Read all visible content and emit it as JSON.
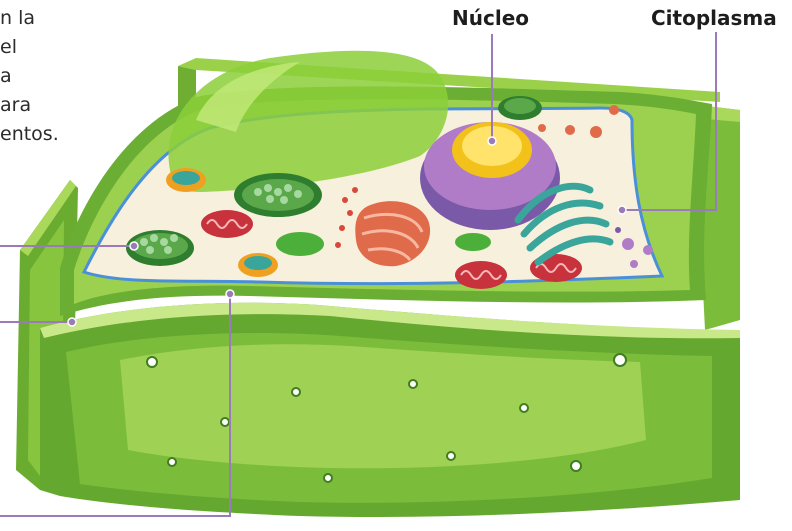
{
  "caption": {
    "text": "n la\nel\na\nara\nentos."
  },
  "labels": {
    "nucleus": "Núcleo",
    "cytoplasm": "Citoplasma"
  },
  "colors": {
    "leader_line": "#9a7ab8",
    "wall_dark": "#5a9e2c",
    "wall_light": "#8cc63f",
    "membrane": "#4a90d9",
    "cytoplasm_fill": "#f7f0dc",
    "chloroplast": "#4f9a3a",
    "nucleus_outer": "#8e6bb8",
    "nucleolus": "#f2c11a",
    "mitochondria": "#c8323c",
    "golgi": "#3aa59a",
    "er": "#e06b4a"
  }
}
